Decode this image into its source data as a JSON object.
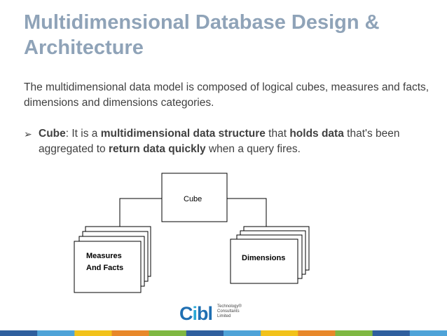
{
  "slide": {
    "title": "Multidimensional Database Design & Architecture",
    "intro": "The multidimensional data model is composed of logical cubes, measures and facts, dimensions and dimensions categories.",
    "bullet": {
      "marker": "➢",
      "term": "Cube",
      "t1": ": It is a ",
      "b1": "multidimensional data structure",
      "t2": " that ",
      "b2": "holds data",
      "t3": " that's been aggregated to ",
      "b3": "return data quickly",
      "t4": " when a query fires."
    }
  },
  "diagram": {
    "root": "Cube",
    "left_child_line1": "Measures",
    "left_child_line2": "And Facts",
    "right_child": "Dimensions"
  },
  "logo": {
    "wordmark_c": "C",
    "wordmark_i": "i",
    "wordmark_bl": "bl",
    "tagline_line1": "Technology",
    "tagline_line2": "Consultants",
    "tagline_line3": "Limited",
    "registered": "®"
  },
  "colors": {
    "title": "#8fa3b8",
    "body_text": "#404040",
    "logo_blue": "#1f6fb2",
    "logo_light_blue": "#2aa9d6",
    "bar_segments": [
      "#2f5f9e",
      "#4ea3d8",
      "#f2c21a",
      "#e8882a",
      "#7fb842",
      "#2f5f9e",
      "#4ea3d8",
      "#f2c21a",
      "#e8882a",
      "#7fb842",
      "#2f5f9e",
      "#4ea3d8"
    ]
  }
}
